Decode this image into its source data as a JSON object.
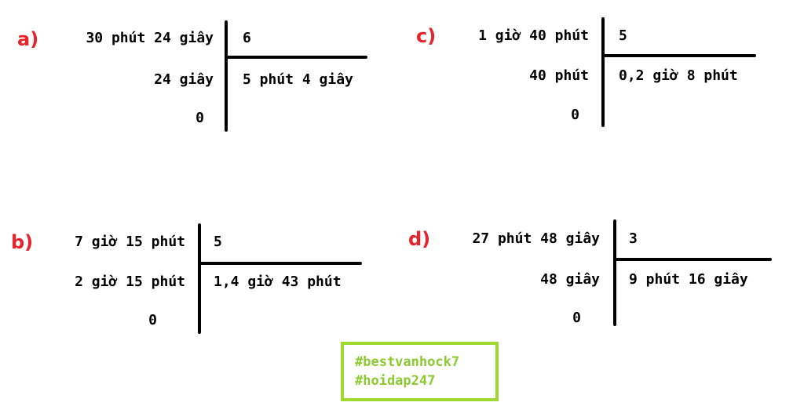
{
  "colors": {
    "label": "#e8232b",
    "ink": "#000000",
    "tag": "#8ccb2f",
    "tag_border": "#a0d832"
  },
  "problems": {
    "a": {
      "label": "a)",
      "dividend": "30 phút 24 giây",
      "divisor": "6",
      "remainder_row": "24 giây",
      "quotient": "5 phút 4 giây",
      "final_remainder": "0"
    },
    "b": {
      "label": "b)",
      "dividend": "7 giờ 15 phút",
      "divisor": "5",
      "remainder_row": "2 giờ 15 phút",
      "quotient": "1,4 giờ 43 phút",
      "final_remainder": "0"
    },
    "c": {
      "label": "c)",
      "dividend": "1 giờ 40 phút",
      "divisor": "5",
      "remainder_row": "40 phút",
      "quotient": "0,2 giờ 8 phút",
      "final_remainder": "0"
    },
    "d": {
      "label": "d)",
      "dividend": "27 phút 48 giây",
      "divisor": "3",
      "remainder_row": "48 giây",
      "quotient": "9 phút 16 giây",
      "final_remainder": "0"
    }
  },
  "tags": [
    "#bestvanhock7",
    "#hoidap247"
  ]
}
